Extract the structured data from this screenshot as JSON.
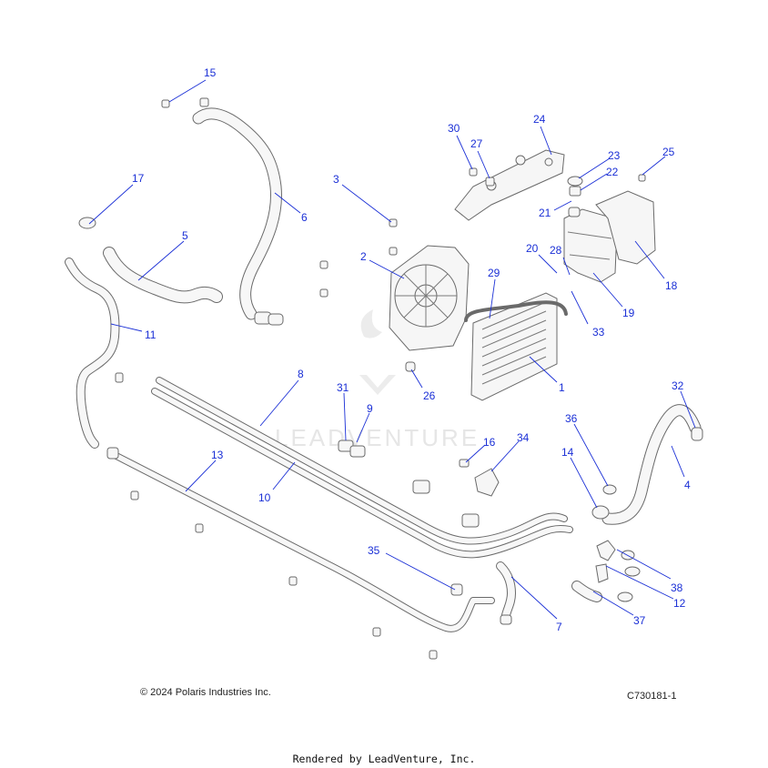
{
  "watermark": "LEADVENTURE",
  "footer": {
    "copyright": "© 2024 Polaris Industries Inc.",
    "drawing_id": "C730181-1",
    "rendered_by": "Rendered by LeadVenture, Inc."
  },
  "callouts": [
    "15",
    "6",
    "17",
    "5",
    "11",
    "3",
    "2",
    "30",
    "27",
    "24",
    "23",
    "22",
    "21",
    "25",
    "18",
    "20",
    "28",
    "29",
    "19",
    "33",
    "1",
    "26",
    "8",
    "31",
    "9",
    "32",
    "36",
    "14",
    "4",
    "16",
    "34",
    "13",
    "10",
    "35",
    "7",
    "12",
    "38",
    "37"
  ],
  "colors": {
    "callout": "#1a2fd6",
    "line_art": "#6a6a6a",
    "watermark": "#e6e6e6"
  }
}
